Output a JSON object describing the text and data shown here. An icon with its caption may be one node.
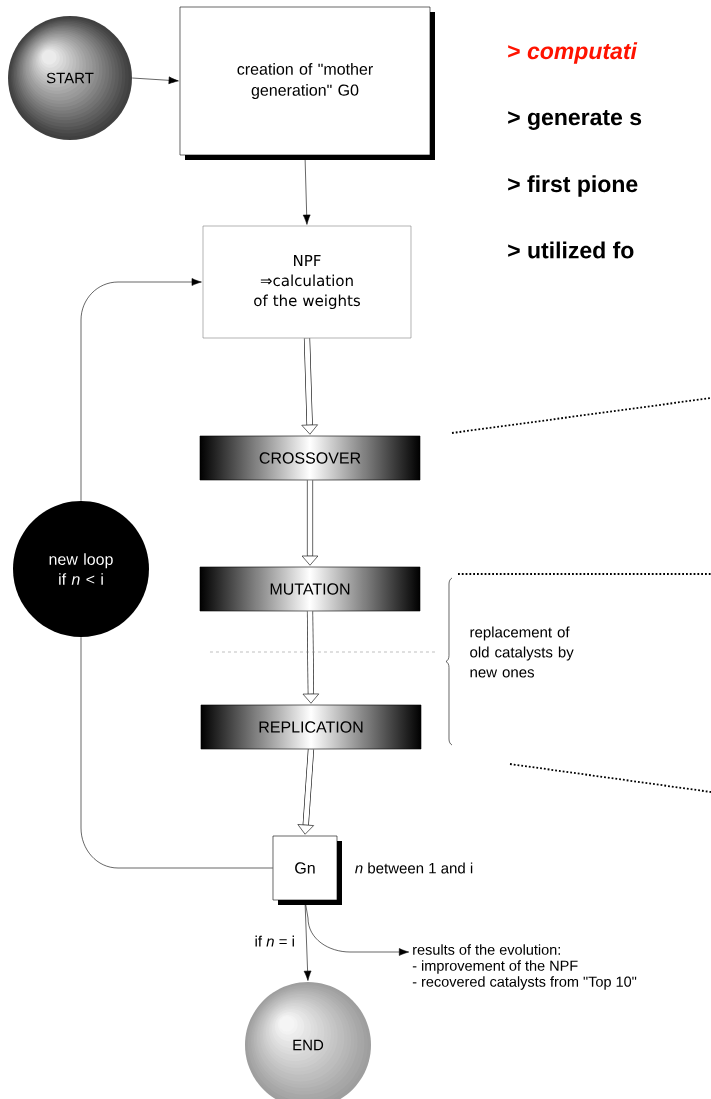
{
  "diagram": {
    "nodes": [
      {
        "text": [
          "START"
        ]
      },
      {
        "text": [
          "creation of \"mother generation\" G0"
        ]
      },
      {
        "text": [
          "NPF ⇒calculation of the weights"
        ]
      },
      {
        "text": [
          "CROSSOVER"
        ]
      },
      {
        "text": [
          "MUTATION"
        ]
      },
      {
        "text": [
          "REPLICATION"
        ]
      },
      {
        "text": [
          "Gn"
        ],
        "beside": [
          "*n* between 1 and  i"
        ]
      },
      {
        "text": [
          "END"
        ]
      },
      {
        "text": [
          "new loop if *n* < i"
        ]
      },
      {
        "text": [
          "results of the evolution:",
          "- improvement of the NPF",
          "- recovered catalysts from \"Top 10\""
        ]
      }
    ],
    "edges": [
      {
        "from": 0,
        "to": 1,
        "arrow": "to"
      },
      {
        "from": 1,
        "to": 2,
        "arrow": "to"
      },
      {
        "from": 2,
        "to": 3,
        "arrow": "to",
        "style": "thick"
      },
      {
        "from": 3,
        "to": 4,
        "arrow": "to",
        "style": "thick"
      },
      {
        "from": 4,
        "to": 5,
        "arrow": "to",
        "style": "thick"
      },
      {
        "from": 5,
        "to": 6,
        "arrow": "to",
        "style": "thick"
      },
      {
        "from": 6,
        "to": 8,
        "arrow": "none"
      },
      {
        "from": 8,
        "to": 2,
        "arrow": "to"
      },
      {
        "from": 6,
        "to": 7,
        "arrow": "to",
        "label": "if *n* = i"
      },
      {
        "from": 6,
        "to": 9,
        "arrow": "to"
      }
    ],
    "labels": [
      "> *computati*",
      "> generate s",
      "> first pione",
      "> utilized fo",
      "replacement of old catalysts by new ones"
    ]
  }
}
